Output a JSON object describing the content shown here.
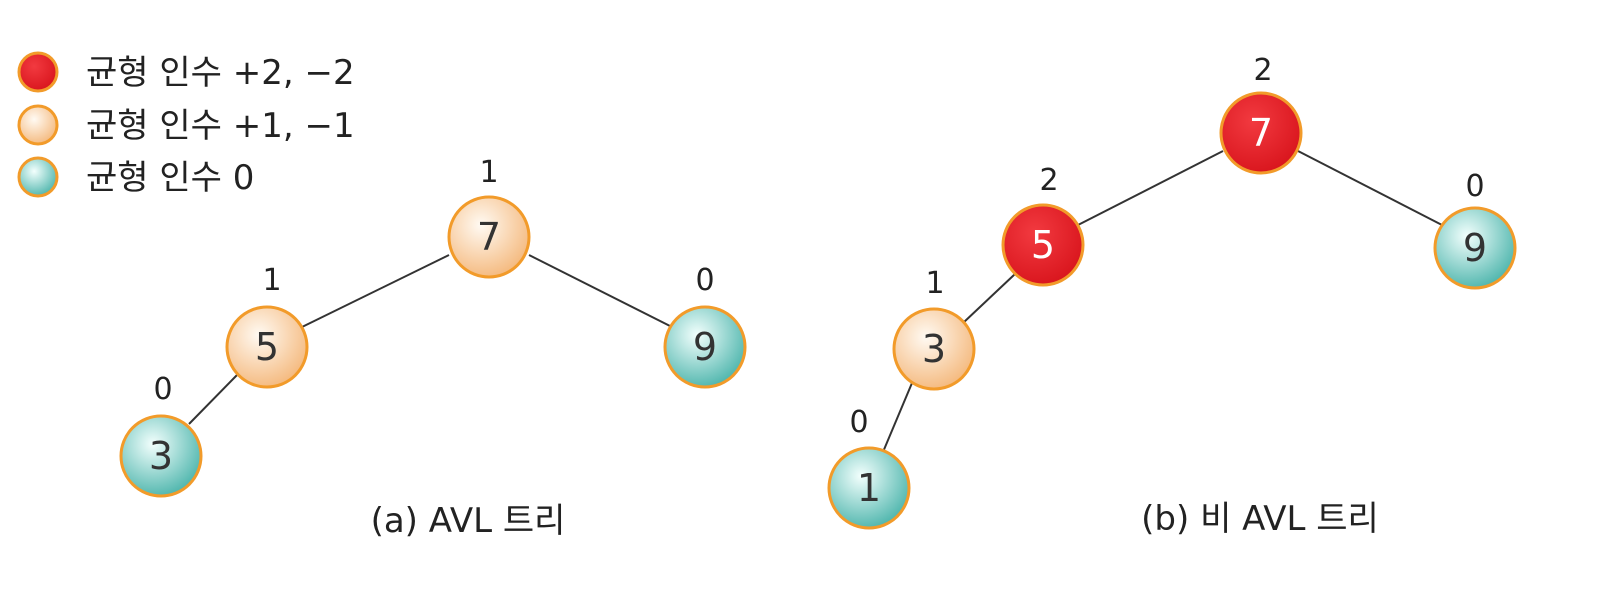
{
  "colors": {
    "red": "#e31b23",
    "orange": "#f6c08a",
    "teal": "#5bbcb3",
    "stroke": "#f29b2a",
    "line": "#333333"
  },
  "legend": [
    {
      "color": "red",
      "label": "균형 인수 +2, −2"
    },
    {
      "color": "orange",
      "label": "균형 인수 +1, −1"
    },
    {
      "color": "teal",
      "label": "균형 인수 0"
    }
  ],
  "trees": [
    {
      "id": "a",
      "caption": "(a) AVL 트리",
      "nodes": [
        {
          "id": "a7",
          "value": "7",
          "bf": "1",
          "color": "orange"
        },
        {
          "id": "a5",
          "value": "5",
          "bf": "1",
          "color": "orange"
        },
        {
          "id": "a9",
          "value": "9",
          "bf": "0",
          "color": "teal"
        },
        {
          "id": "a3",
          "value": "3",
          "bf": "0",
          "color": "teal"
        }
      ],
      "edges": [
        [
          "a7",
          "a5"
        ],
        [
          "a7",
          "a9"
        ],
        [
          "a5",
          "a3"
        ]
      ]
    },
    {
      "id": "b",
      "caption": "(b) 비 AVL 트리",
      "nodes": [
        {
          "id": "b7",
          "value": "7",
          "bf": "2",
          "color": "red"
        },
        {
          "id": "b5",
          "value": "5",
          "bf": "2",
          "color": "red"
        },
        {
          "id": "b9",
          "value": "9",
          "bf": "0",
          "color": "teal"
        },
        {
          "id": "b3",
          "value": "3",
          "bf": "1",
          "color": "orange"
        },
        {
          "id": "b1",
          "value": "1",
          "bf": "0",
          "color": "teal"
        }
      ],
      "edges": [
        [
          "b7",
          "b5"
        ],
        [
          "b7",
          "b9"
        ],
        [
          "b5",
          "b3"
        ],
        [
          "b3",
          "b1"
        ]
      ]
    }
  ]
}
